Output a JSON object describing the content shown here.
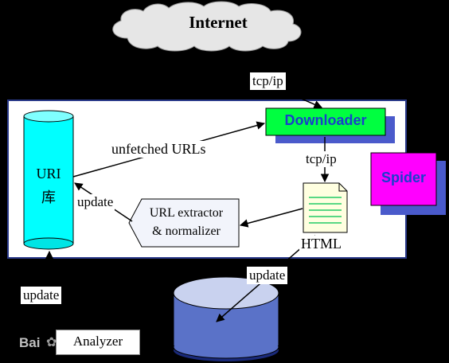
{
  "nodes": {
    "internet": "Internet",
    "downloader": "Downloader",
    "spider": "Spider",
    "uri_line1": "URI",
    "uri_line2": "库",
    "extractor_line1": "URL extractor",
    "extractor_line2": "& normalizer",
    "html": "HTML",
    "analyzer": "Analyzer"
  },
  "edges": {
    "tcp_ip_top": "tcp/ip",
    "tcp_ip_mid": "tcp/ip",
    "unfetched": "unfetched URLs",
    "update_left": "update",
    "update_bottom_left": "update",
    "update_bottom": "update"
  },
  "watermark": "Bai",
  "colors": {
    "background": "#000000",
    "cloud": "#e6e6e6",
    "panel": "#ffffff",
    "panel_border": "#2a3a8a",
    "uri_cylinder": "#00ffff",
    "downloader_fill": "#00ff40",
    "downloader_shadow": "#4a5acb",
    "spider_fill": "#ff00ff",
    "spider_shadow": "#4a5acb",
    "db_fill": "#5a72c8",
    "html_lines": "#22cc66",
    "label_text_blue": "#1a3fcc"
  }
}
